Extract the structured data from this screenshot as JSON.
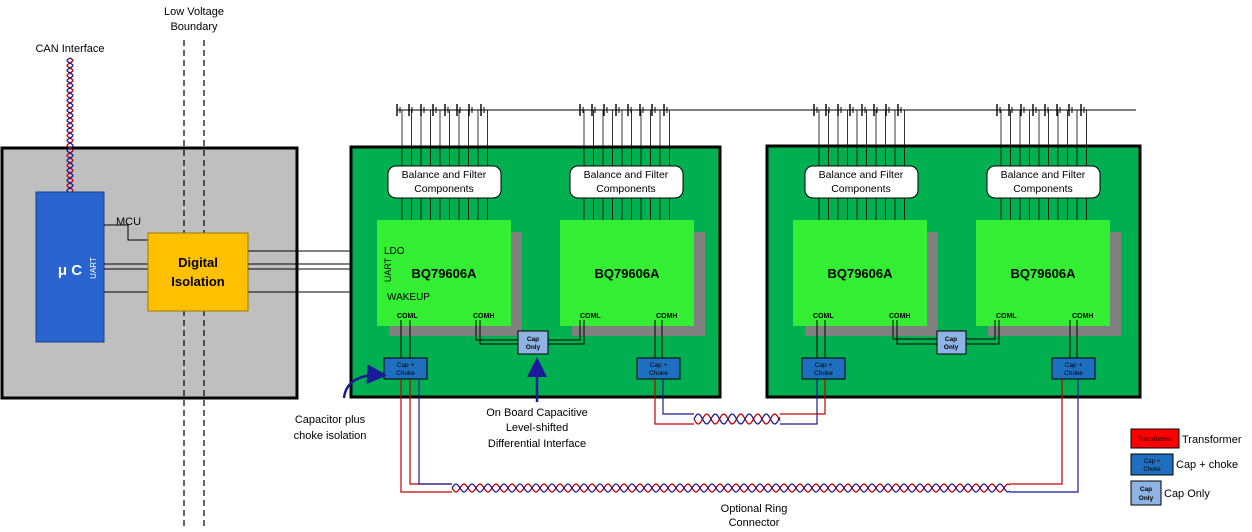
{
  "labels": {
    "can_interface": "CAN Interface",
    "low_voltage_1": "Low Voltage",
    "low_voltage_2": "Boundary",
    "mcu": "MCU",
    "uc": "μ C",
    "uart": "UART",
    "digital_isolation_1": "Digital",
    "digital_isolation_2": "Isolation",
    "ldo": "LDO",
    "wakeup": "WAKEUP",
    "chip": "BQ79606A",
    "coml": "COML",
    "comh": "COMH",
    "balance_1": "Balance and Filter",
    "balance_2": "Components",
    "cap_choke_1": "Cap +",
    "cap_choke_2": "Choke",
    "cap_only_1": "Cap",
    "cap_only_2": "Only",
    "cap_plus_choke_note_1": "Capacitor plus",
    "cap_plus_choke_note_2": "choke isolation",
    "onboard_1": "On Board Capacitive",
    "onboard_2": "Level-shifted",
    "onboard_3": "Differential Interface",
    "ring_1": "Optional Ring",
    "ring_2": "Connector"
  },
  "legend": [
    {
      "box": "Transformer",
      "label": "Transformer",
      "color": "#ff0000"
    },
    {
      "box": "Cap + Choke",
      "label": "Cap + choke",
      "color": "#1f6fc0"
    },
    {
      "box": "Cap Only",
      "label": "Cap Only",
      "color": "#8fb4e3"
    }
  ],
  "colors": {
    "board": "#00b050",
    "host_board": "#bfbfbf",
    "uc_block": "#2a64cf",
    "isolation_block": "#ffc000",
    "chip": "#33ee33",
    "chip_shadow": "#808080",
    "cap_choke": "#1f6fc0",
    "cap_only": "#8fb4e3",
    "wire_red": "#c00000",
    "wire_blue": "#1a1a9a",
    "arrow": "#1a1a9a"
  }
}
